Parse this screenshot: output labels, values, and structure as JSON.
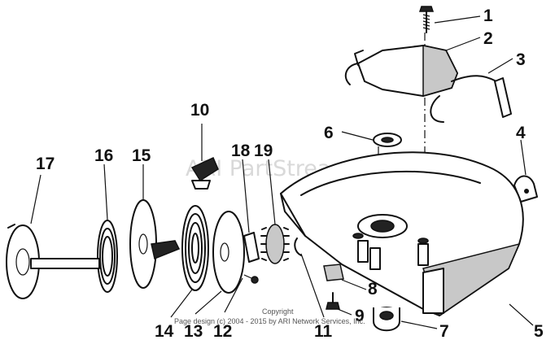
{
  "watermark": "ARI PartStream™",
  "copyright": {
    "line1": "Copyright",
    "line2": "Page design (c) 2004 - 2015 by ARI Network Services, Inc."
  },
  "callouts": {
    "c1": "1",
    "c2": "2",
    "c3": "3",
    "c4": "4",
    "c5": "5",
    "c6": "6",
    "c7": "7",
    "c8": "8",
    "c9": "9",
    "c10": "10",
    "c11": "11",
    "c12": "12",
    "c13": "13",
    "c14": "14",
    "c15": "15",
    "c16": "16",
    "c17": "17",
    "c18": "18",
    "c19": "19"
  }
}
